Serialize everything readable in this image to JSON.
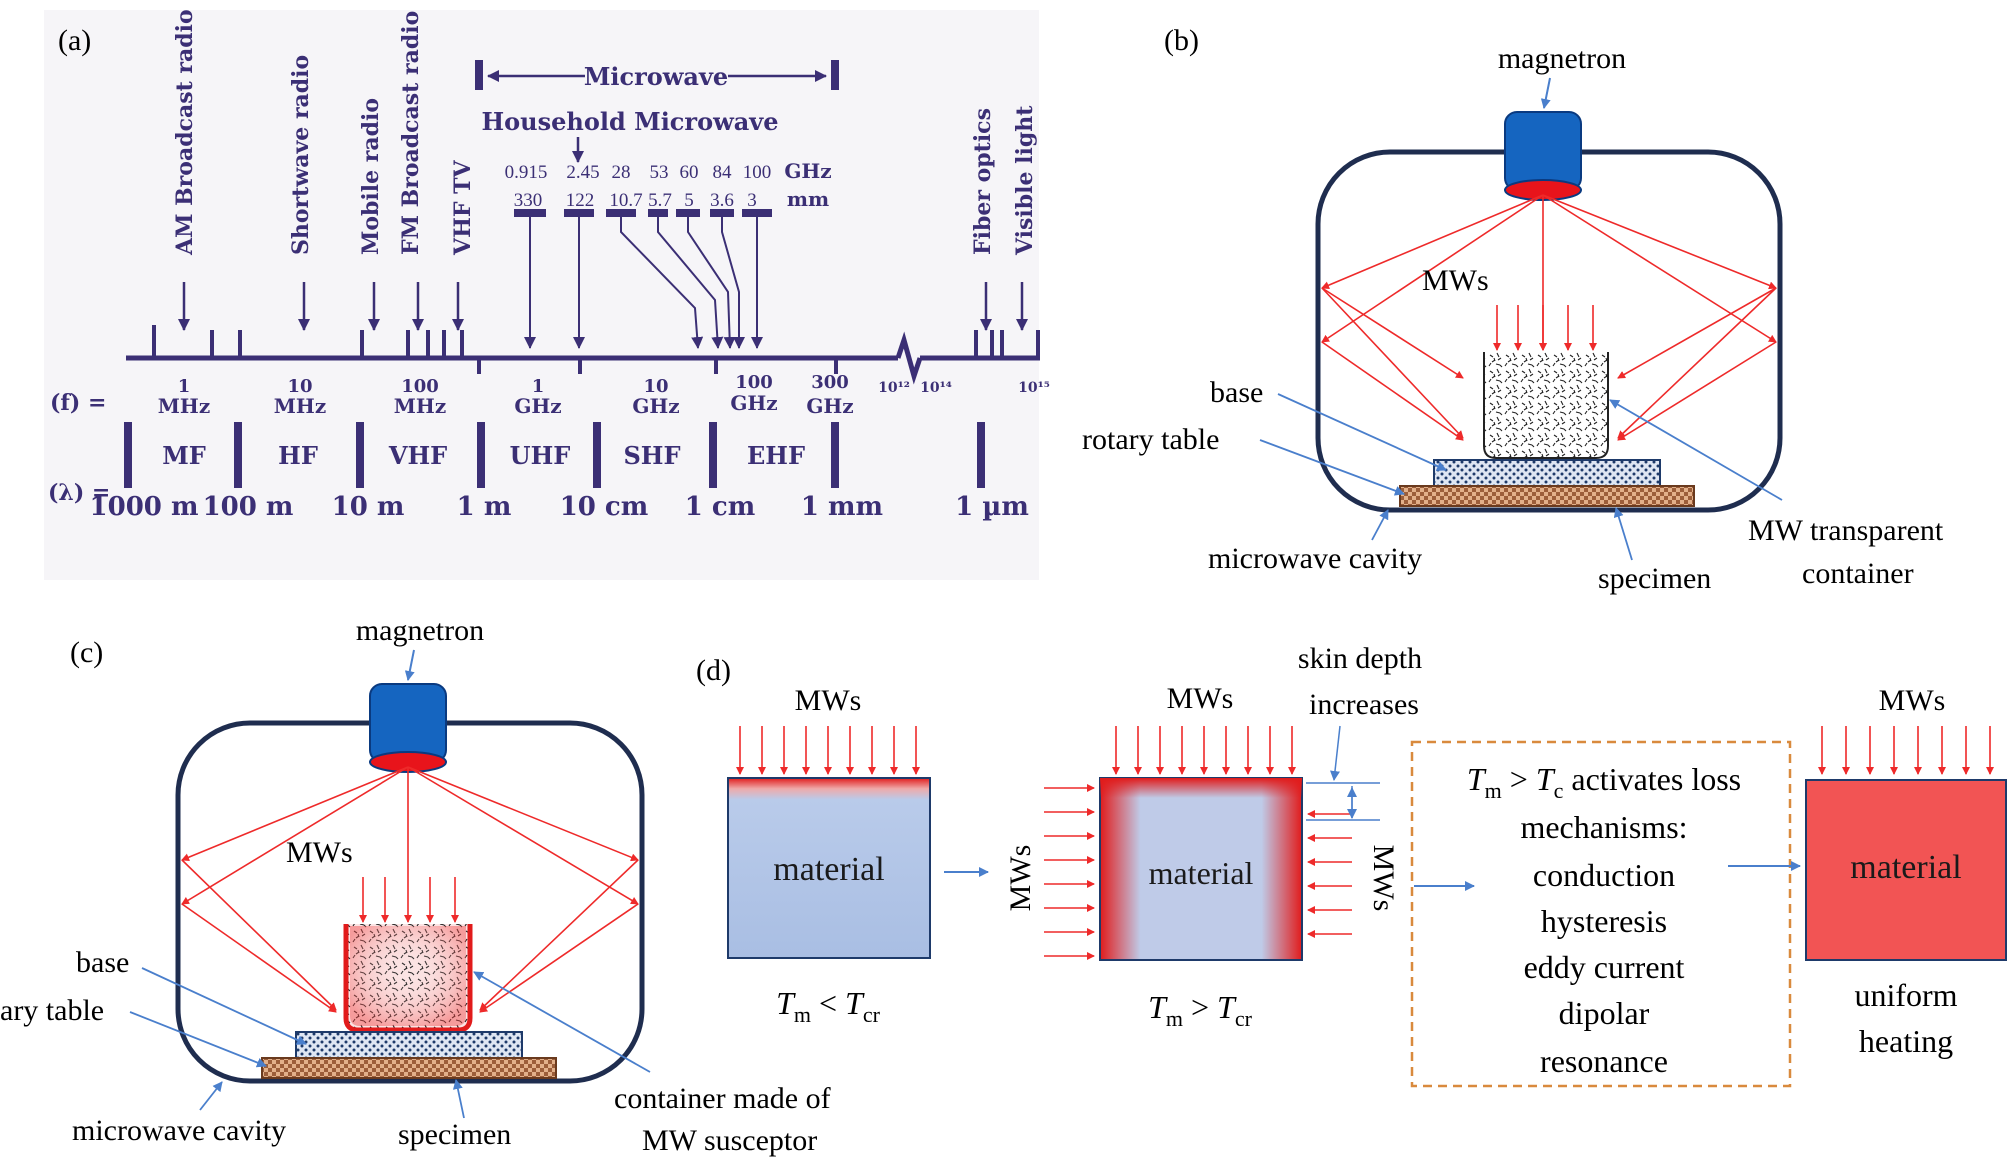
{
  "panel_labels": {
    "a": "(a)",
    "b": "(b)",
    "c": "(c)",
    "d": "(d)"
  },
  "spectrum": {
    "microwave_label": "Microwave",
    "household_label": "Household Microwave",
    "ghz_values": [
      "0.915",
      "2.45",
      "28",
      "53",
      "60",
      "84",
      "100"
    ],
    "ghz_unit": "GHz",
    "mm_values": [
      "330",
      "122",
      "10.7",
      "5.7",
      "5",
      "3.6",
      "3"
    ],
    "mm_unit": "mm",
    "applications": [
      "AM Broadcast radio",
      "Shortwave radio",
      "Mobile radio",
      "FM Broadcast radio",
      "VHF TV",
      "Fiber optics",
      "Visible light"
    ],
    "freq_symbol": "(f) =",
    "freq_ticks": [
      {
        "num": "1",
        "unit": "MHz"
      },
      {
        "num": "10",
        "unit": "MHz"
      },
      {
        "num": "100",
        "unit": "MHz"
      },
      {
        "num": "1",
        "unit": "GHz"
      },
      {
        "num": "10",
        "unit": "GHz"
      },
      {
        "num": "100",
        "unit": "GHz"
      },
      {
        "num": "300",
        "unit": "GHz"
      }
    ],
    "freq_exp": [
      "10¹²",
      "10¹⁴",
      "10¹⁵"
    ],
    "bands": [
      "MF",
      "HF",
      "VHF",
      "UHF",
      "SHF",
      "EHF"
    ],
    "lambda_symbol": "(λ) =",
    "wavelengths": [
      "1000 m",
      "100 m",
      "10 m",
      "1 m",
      "10 cm",
      "1 cm",
      "1 mm",
      "1 µm"
    ]
  },
  "panel_b": {
    "magnetron": "magnetron",
    "mws": "MWs",
    "base": "base",
    "rotary_table": "rotary table",
    "microwave_cavity": "microwave cavity",
    "specimen": "specimen",
    "container_line1": "MW transparent",
    "container_line2": "container"
  },
  "panel_c": {
    "magnetron": "magnetron",
    "mws": "MWs",
    "base": "base",
    "rotary_table": "ary table",
    "microwave_cavity": "microwave cavity",
    "specimen": "specimen",
    "container_line1": "container made of",
    "container_line2": "MW susceptor"
  },
  "panel_d": {
    "mws_top1": "MWs",
    "material1": "material",
    "cond1_T": "T",
    "cond1_sub1": "m",
    "cond1_op": " < ",
    "cond1_sub2": "cr",
    "mws_top2": "MWs",
    "skin_line1": "skin depth",
    "skin_line2": "increases",
    "mws_left": "MWs",
    "mws_right": "MWs",
    "material2": "material",
    "cond2_T": "T",
    "cond2_sub1": "m",
    "cond2_op": " > ",
    "cond2_sub2": "cr",
    "box_line1_T": "T",
    "box_line1_sub1": "m",
    "box_line1_op": " > ",
    "box_line1_sub2": "c",
    "box_line1_rest": " activates loss",
    "box_lines": [
      "mechanisms:",
      "conduction",
      "hysteresis",
      "eddy current",
      "dipolar",
      "resonance"
    ],
    "mws_top3": "MWs",
    "material3": "material",
    "uniform_line1": "uniform",
    "uniform_line2": "heating"
  },
  "colors": {
    "spectrum_ink": "#3b2f75",
    "spectrum_bg": "#f6f5f8",
    "cavity": "#1f2d4f",
    "magnetron": "#1565c0",
    "magnetron_emitter": "#e8141b",
    "mw_arrow": "#ee2a2a",
    "pointer": "#4a7fcc",
    "base_fill": "#1e3a6a",
    "table_fill": "#c9926a",
    "material_blue": "#b2c5e6",
    "material_red": "#f25454",
    "dashed_box": "#d98a3d"
  }
}
